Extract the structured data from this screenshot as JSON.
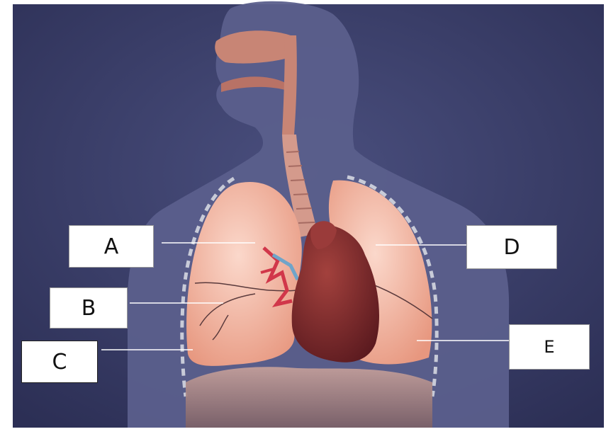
{
  "diagram": {
    "labels": [
      {
        "id": "A",
        "text": "A"
      },
      {
        "id": "B",
        "text": "B"
      },
      {
        "id": "C",
        "text": "C"
      },
      {
        "id": "D",
        "text": "D"
      },
      {
        "id": "E",
        "text": "E"
      }
    ]
  },
  "colors": {
    "background": "#3b3f66",
    "silhouette": "#5a5e8a",
    "lung": "#f2b7a4",
    "heart": "#8a2f2f",
    "airway": "#c98074",
    "diaphragm": "#b68f88",
    "leader_line": "#ffffff"
  }
}
